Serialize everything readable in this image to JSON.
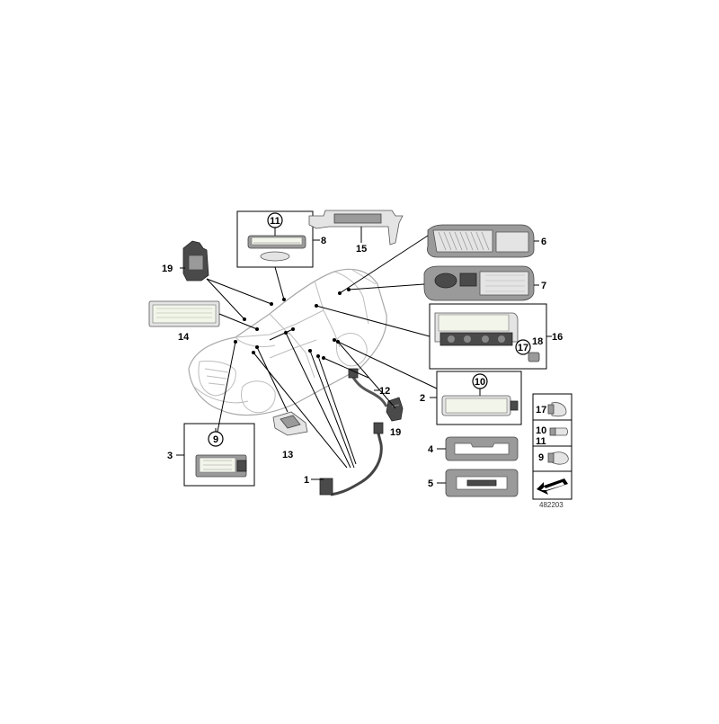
{
  "diagram": {
    "reference_id": "482203",
    "labels": {
      "l1": "1",
      "l2": "2",
      "l3": "3",
      "l4": "4",
      "l5": "5",
      "l6": "6",
      "l7": "7",
      "l8": "8",
      "l9": "9",
      "l12": "12",
      "l13": "13",
      "l14": "14",
      "l15": "15",
      "l16": "16",
      "l18": "18",
      "l19a": "19",
      "l19b": "19",
      "c9": "9",
      "c10": "10",
      "c11": "11",
      "c17": "17"
    },
    "bulb_legend": {
      "b17": "17",
      "b10": "10",
      "b11": "11",
      "b9": "9"
    }
  }
}
